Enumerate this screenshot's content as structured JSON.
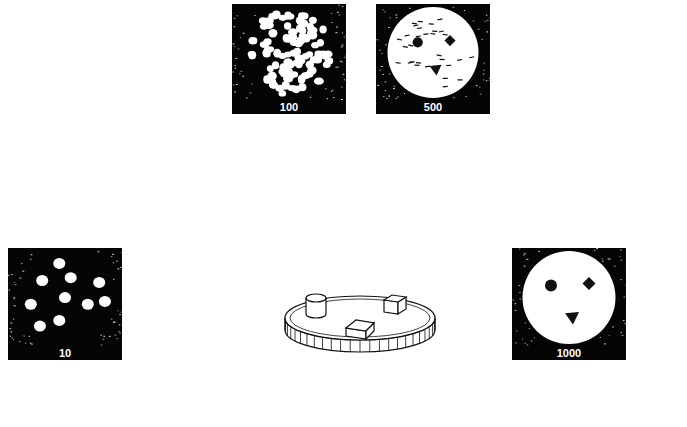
{
  "diagram": {
    "nodes": [
      {
        "text": [
          "100"
        ]
      },
      {
        "text": [
          "500"
        ]
      },
      {
        "text": [
          "10"
        ]
      },
      {
        "text": [
          "1000"
        ]
      }
    ]
  }
}
